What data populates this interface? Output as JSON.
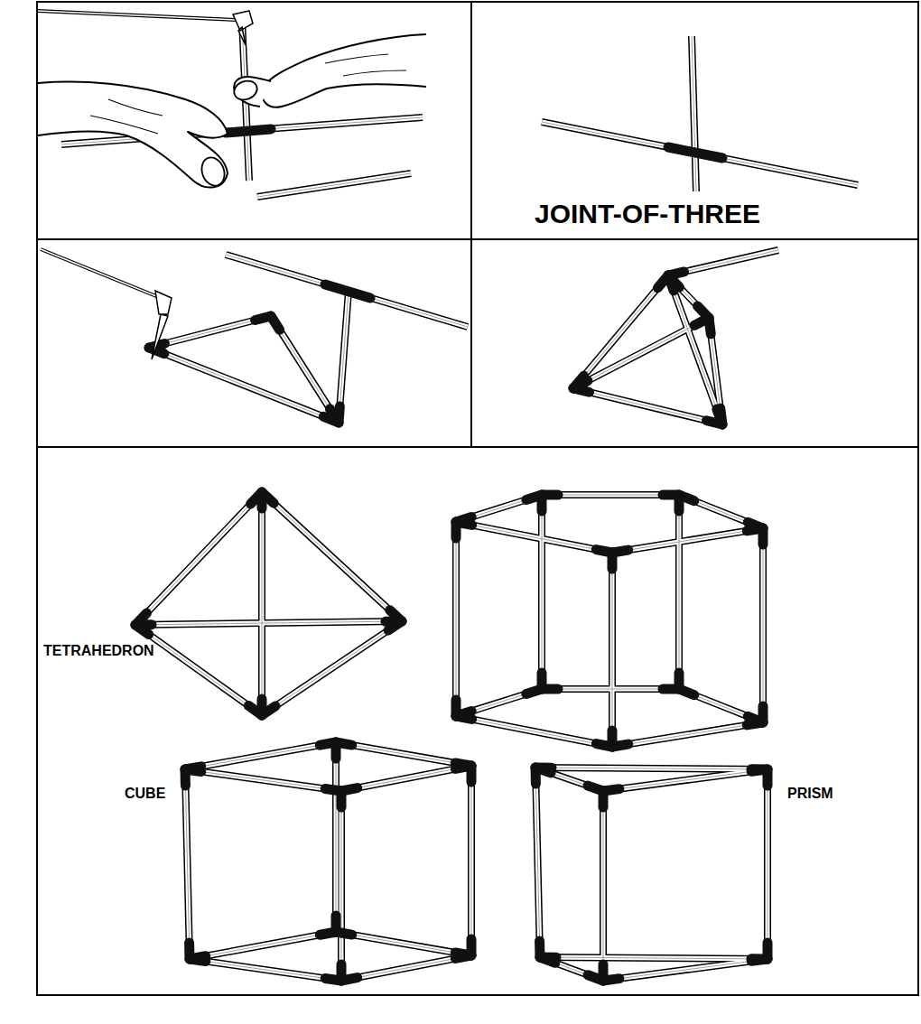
{
  "diagram": {
    "labels": [
      "JOINT-OF-THREE",
      "TETRAHEDRON",
      "CUBE",
      "PRISM"
    ]
  }
}
